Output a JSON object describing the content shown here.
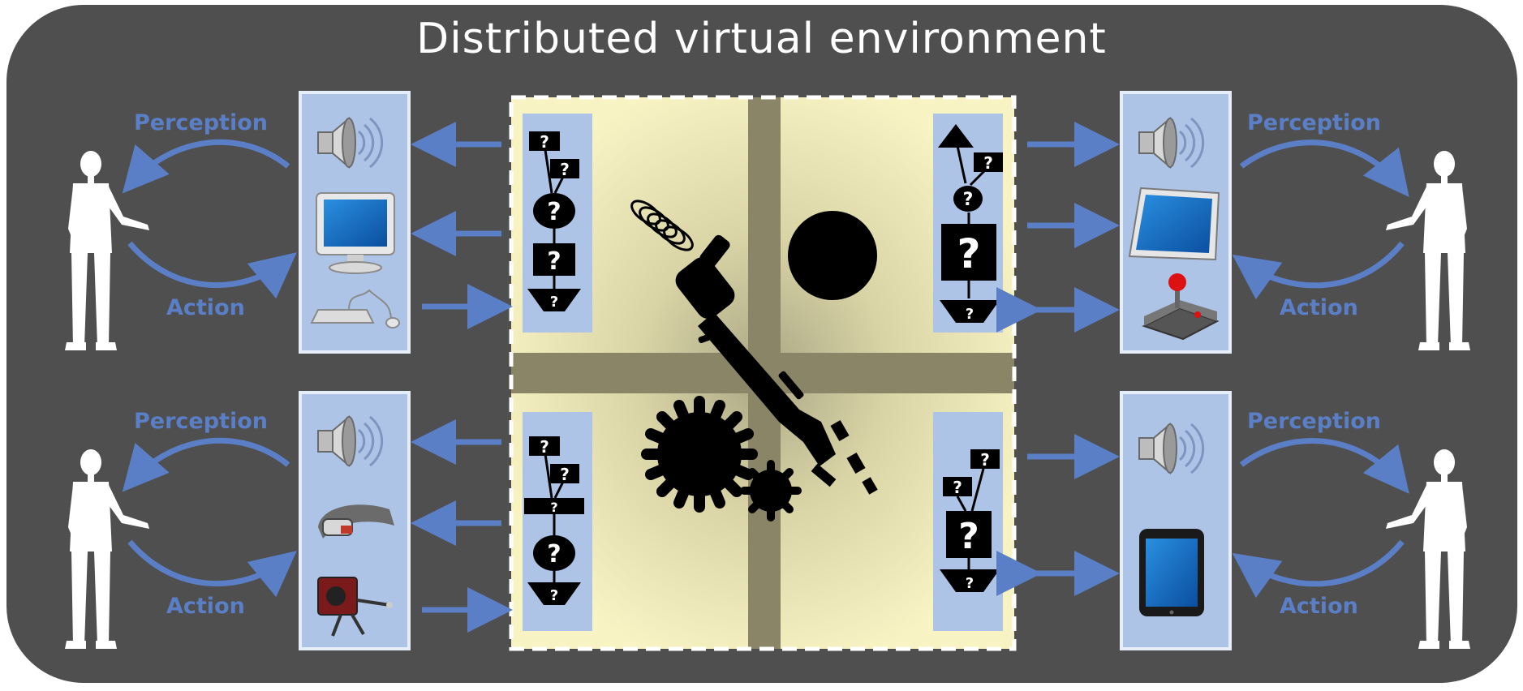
{
  "diagram": {
    "title": "Distributed virtual environment",
    "users": [
      {
        "position": "top-left",
        "perception_label": "Perception",
        "action_label": "Action",
        "devices": [
          "speaker-icon",
          "monitor-icon",
          "keyboard-mouse-icon"
        ]
      },
      {
        "position": "bottom-left",
        "perception_label": "Perception",
        "action_label": "Action",
        "devices": [
          "speaker-icon",
          "head-mounted-display-icon",
          "haptic-device-icon"
        ]
      },
      {
        "position": "top-right",
        "perception_label": "Perception",
        "action_label": "Action",
        "devices": [
          "speaker-icon",
          "display-panel-icon",
          "joystick-icon"
        ]
      },
      {
        "position": "bottom-right",
        "perception_label": "Perception",
        "action_label": "Action",
        "devices": [
          "speaker-icon",
          "tablet-icon"
        ]
      }
    ],
    "question_mark": "?",
    "colors": {
      "background": "#4f4f4f",
      "arrow": "#5b7fc7",
      "device_panel": "#aec4e6",
      "environment": "#f6f2c0",
      "user": "#ffffff"
    }
  }
}
